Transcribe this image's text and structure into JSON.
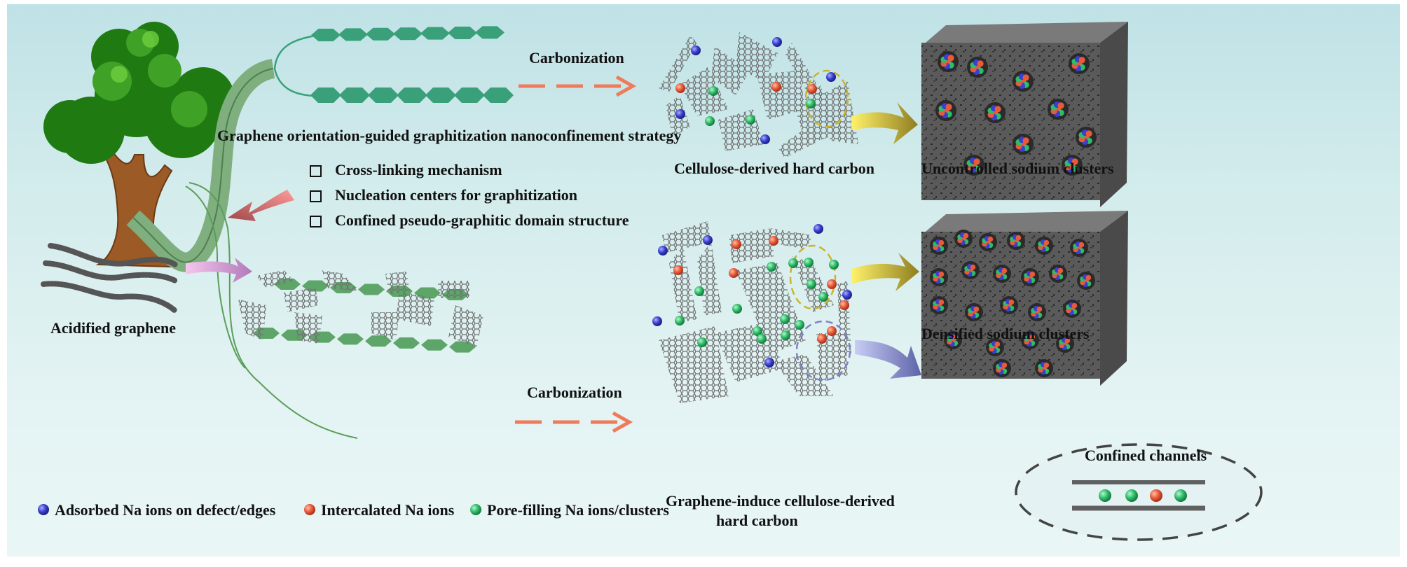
{
  "figure": {
    "colors": {
      "background_top": "#bfe2e6",
      "background_bottom": "#eaf6f6",
      "cellulose_green": "#3aa07a",
      "fiber_green": "#7fae7f",
      "carbonization_arrow": "#f07a5a",
      "graphene_gray": "#6e6e6e",
      "na_adsorbed": "#3a3fd0",
      "na_intercalated": "#e85a3a",
      "na_pore_filling": "#2ebd6a",
      "yellow_arrow": "#c9b430",
      "purple_arrow": "#7f82c8",
      "red_arrow": "#d96a6a",
      "pink_arrow": "#e6a6d8"
    },
    "top_row": {
      "process_label": "Carbonization",
      "strategy_title": "Graphene orientation-guided graphitization nanoconfinement strategy",
      "product_label": "Cellulose-derived hard carbon",
      "result_label": "Uncontrolled sodium clusters"
    },
    "mechanisms": [
      "Cross-linking mechanism",
      "Nucleation centers for graphitization",
      "Confined pseudo-graphitic domain  structure"
    ],
    "bottom_row": {
      "precursor_label": "Acidified graphene",
      "process_label": "Carbonization",
      "product_label_line1": "Graphene-induce cellulose-derived",
      "product_label_line2": "hard carbon",
      "result_label": "Densified sodium clusters",
      "inset_label": "Confined channels"
    },
    "legend": [
      {
        "icon": "blue-sphere",
        "label": "Adsorbed Na ions on defect/edges"
      },
      {
        "icon": "red-sphere",
        "label": "Intercalated Na ions"
      },
      {
        "icon": "green-sphere",
        "label": "Pore-filling Na ions/clusters"
      }
    ]
  }
}
